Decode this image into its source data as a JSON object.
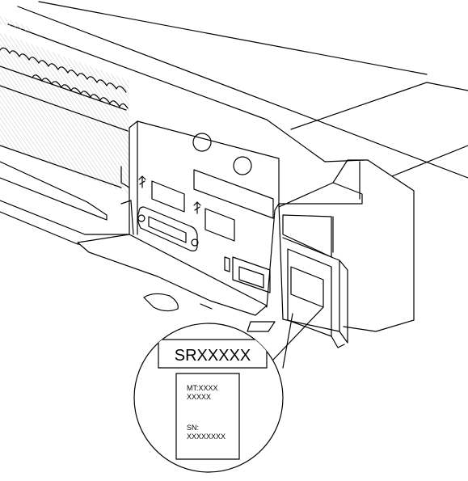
{
  "label": {
    "model": "SRXXXXX",
    "mt": "MT:XXXX",
    "mt_value": "XXXXX",
    "sn": "SN:",
    "sn_value": "XXXXXXXX"
  },
  "colors": {
    "line": "#000000",
    "hatch": "#bdbdbd",
    "fill": "#ffffff"
  },
  "icons": [
    "usb-icon",
    "usb-icon",
    "vga-port-icon",
    "network-port-icon",
    "id-led-icon"
  ]
}
